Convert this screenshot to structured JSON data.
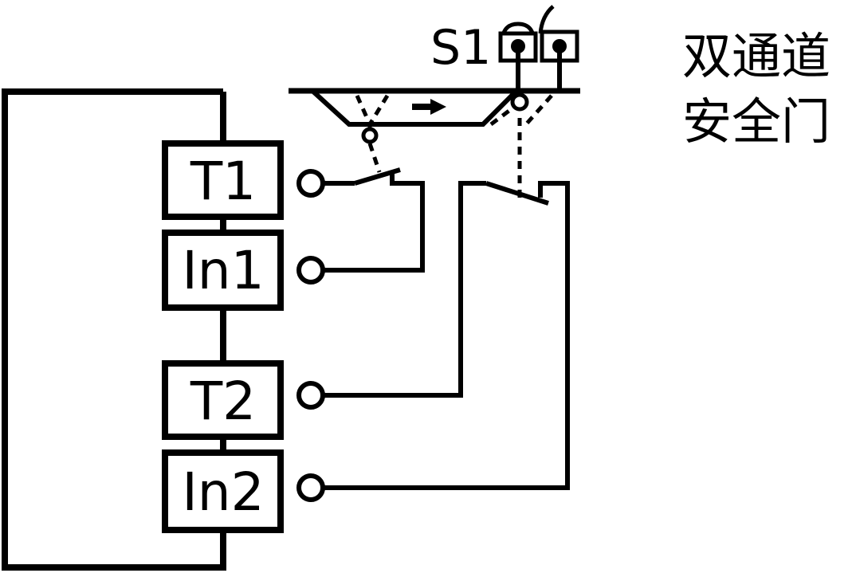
{
  "switch": {
    "label": "S1"
  },
  "title": {
    "line1": "双通道",
    "line2": "安全门"
  },
  "terminals": [
    {
      "label": "T1"
    },
    {
      "label": "In1"
    },
    {
      "label": "T2"
    },
    {
      "label": "In2"
    }
  ],
  "colors": {
    "stroke": "#000000",
    "background": "#ffffff"
  }
}
